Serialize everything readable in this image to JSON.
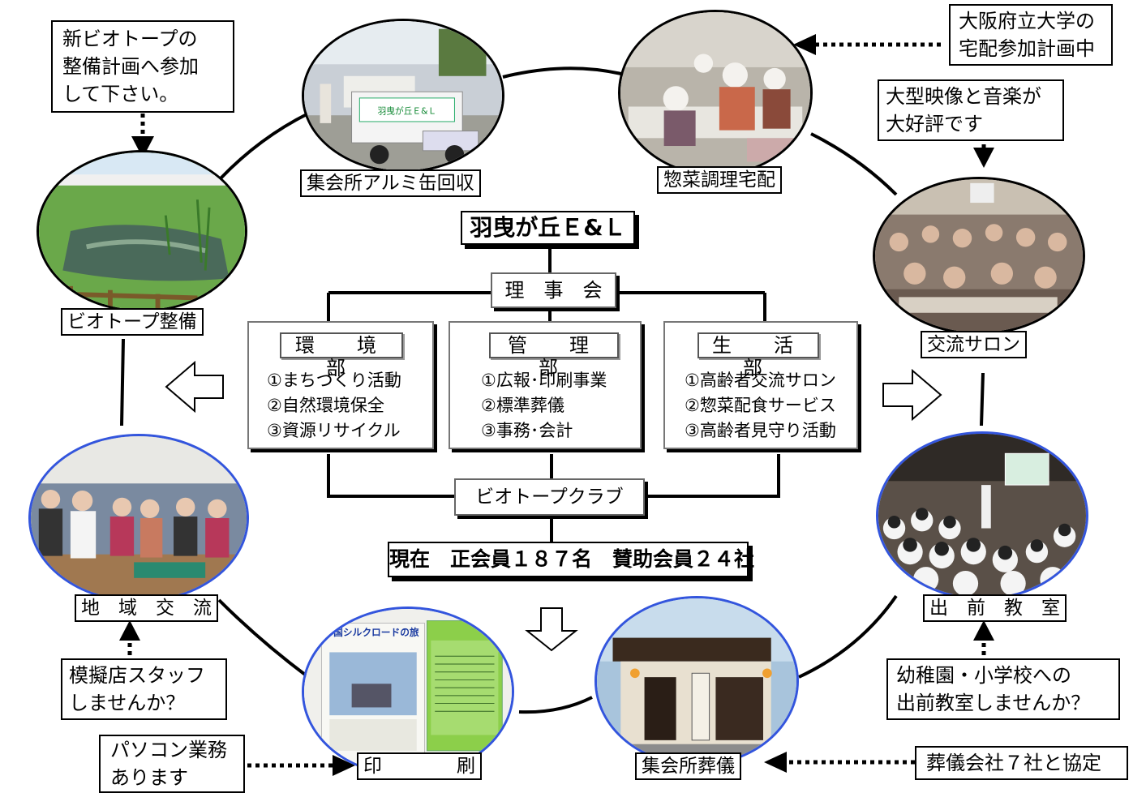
{
  "center": {
    "org_name": "羽曳が丘Ｅ&Ｌ",
    "board": "理　事　会",
    "departments": [
      {
        "title": "環　境　部",
        "items": [
          "①まちづくり活動",
          "②自然環境保全",
          "③資源リサイクル"
        ]
      },
      {
        "title": "管　理　部",
        "items": [
          "①広報･印刷事業",
          "②標準葬儀",
          "③事務･会計"
        ]
      },
      {
        "title": "生　活　部",
        "items": [
          "①高齢者交流サロン",
          "②惣菜配食サービス",
          "③高齢者見守り活動"
        ]
      }
    ],
    "club": "ビオトープクラブ",
    "membership": "現在　正会員１８７名　賛助会員２４社"
  },
  "activities": {
    "aluminum": "集会所アルミ缶回収",
    "cooking": "惣菜調理宅配",
    "salon": "交流サロン",
    "classroom": "出　前　教　室",
    "funeral": "集会所葬儀",
    "printing": "印　　　　刷",
    "exchange": "地　域　交　流",
    "biotope": "ビオトープ整備"
  },
  "photo_text": {
    "poster_title": "中国シルクロードの旅",
    "truck_banner": "羽曳が丘Ｅ&Ｌ"
  },
  "notes": {
    "biotope_plan": "新ビオトープの\n整備計画へ参加\nして下さい。",
    "university": "大阪府立大学の\n宅配参加計画中",
    "video_music": "大型映像と音楽が\n大好評です",
    "school": "幼稚園・小学校への\n出前教室しませんか？",
    "funeral_partners": "葬儀会社７社と協定",
    "pc_work": "パソコン業務\nあります",
    "stall_staff": "模擬店スタッフ\nしませんか？"
  },
  "colors": {
    "photo_ring_blue": "#3355dd",
    "line": "#000000"
  }
}
